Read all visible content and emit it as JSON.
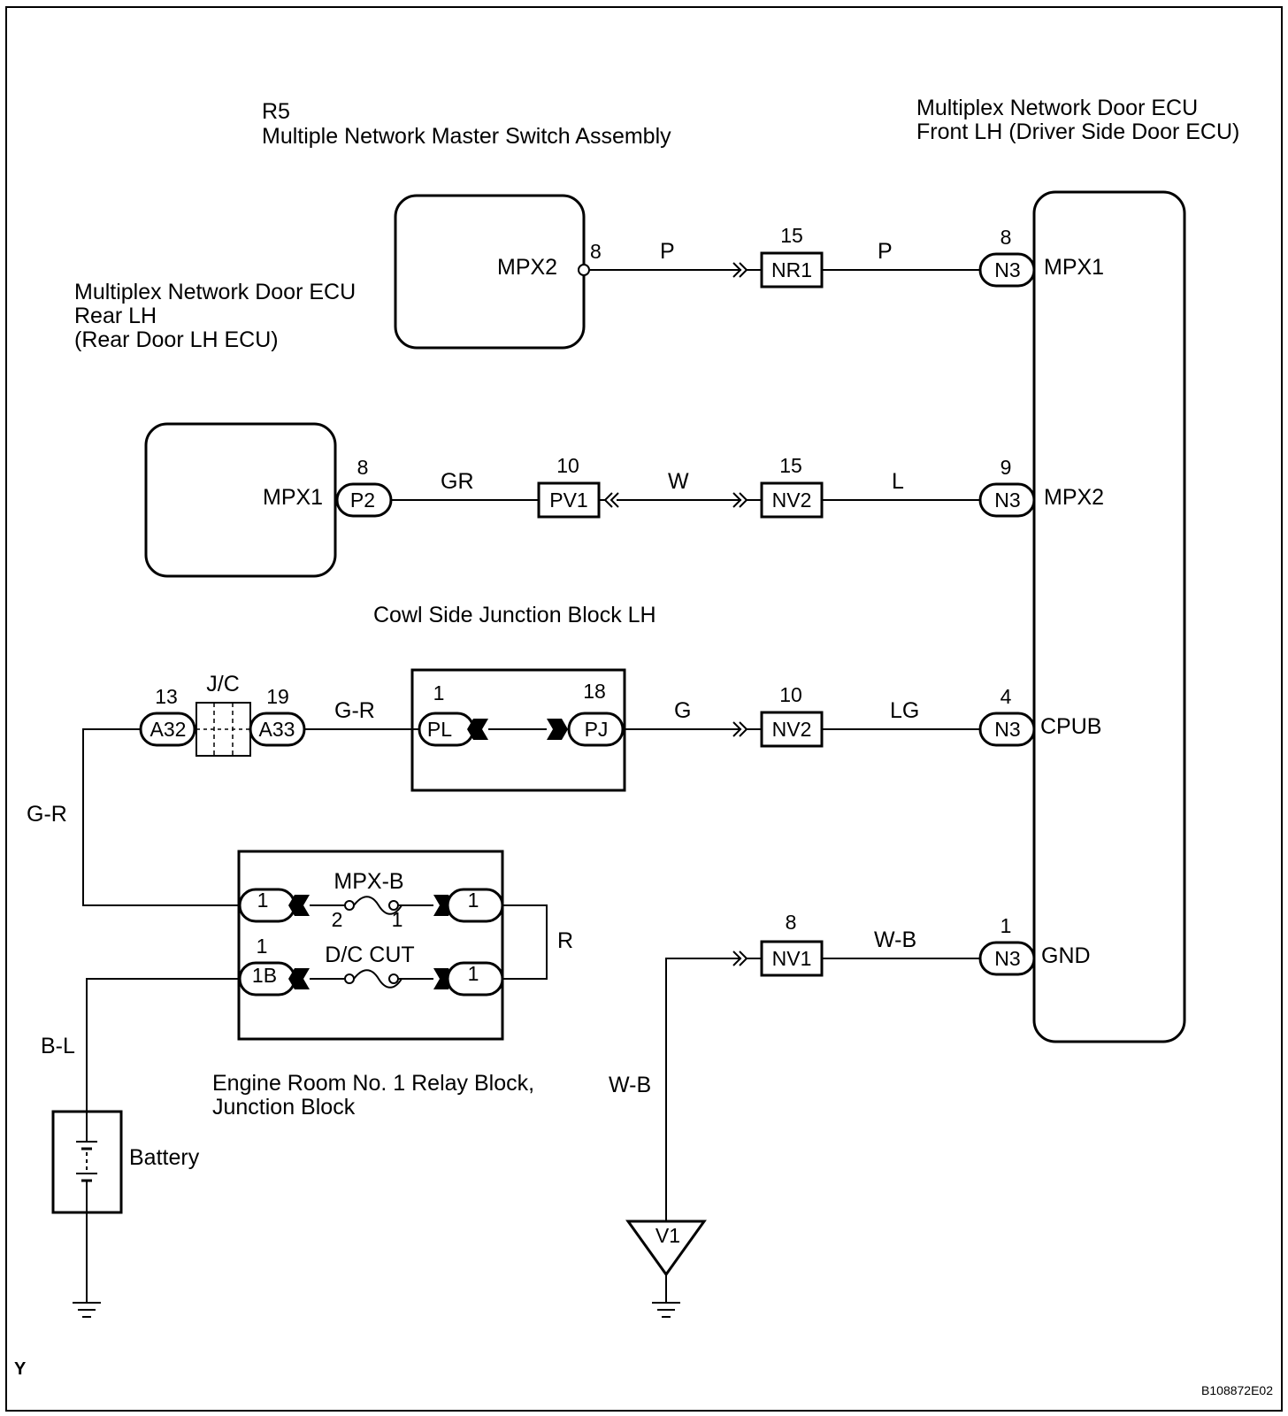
{
  "components": {
    "r5_title": "R5",
    "r5_name": "Multiple Network Master Switch Assembly",
    "front_ecu_line1": "Multiplex Network Door ECU",
    "front_ecu_line2": "Front LH (Driver Side Door ECU)",
    "rear_ecu_line1": "Multiplex Network Door ECU",
    "rear_ecu_line2": "Rear LH",
    "rear_ecu_line3": "(Rear Door LH ECU)",
    "cowl_block": "Cowl Side Junction Block LH",
    "engine_block_line1": "Engine Room No. 1 Relay Block,",
    "engine_block_line2": "Junction Block",
    "battery": "Battery",
    "jc": "J/C"
  },
  "terminals": {
    "r5_mpx2": "MPX2",
    "rear_mpx1": "MPX1",
    "ecu_mpx1": "MPX1",
    "ecu_mpx2": "MPX2",
    "ecu_cpub": "CPUB",
    "ecu_gnd": "GND"
  },
  "connectors": {
    "nr1": "NR1",
    "nr1_pin": "15",
    "n3_a": "N3",
    "n3_a_pin": "8",
    "n3_b": "N3",
    "n3_b_pin": "9",
    "n3_c": "N3",
    "n3_c_pin": "4",
    "n3_d": "N3",
    "n3_d_pin": "1",
    "p2": "P2",
    "p2_pin": "8",
    "pv1": "PV1",
    "pv1_pin": "10",
    "nv2_a": "NV2",
    "nv2_a_pin": "15",
    "nv2_b": "NV2",
    "nv2_b_pin": "10",
    "nv1": "NV1",
    "nv1_pin": "8",
    "a32": "A32",
    "a32_pin": "13",
    "a33": "A33",
    "a33_pin": "19",
    "pl": "PL",
    "pl_pin": "1",
    "pj": "PJ",
    "pj_pin": "18",
    "r5_pin": "8",
    "v1": "V1"
  },
  "wires": {
    "p1": "P",
    "p2": "P",
    "gr": "GR",
    "w": "W",
    "l": "L",
    "gr_a33": "G-R",
    "g": "G",
    "lg": "LG",
    "gr_left": "G-R",
    "r": "R",
    "bl": "B-L",
    "wb_h": "W-B",
    "wb_v": "W-B"
  },
  "relay_block": {
    "fuse1": "MPX-B",
    "fuse1_pin_l": "2",
    "fuse1_pin_r": "1",
    "fuse2": "D/C CUT",
    "t1": "1",
    "t1_out": "1",
    "t2_pin": "1",
    "t2": "1B",
    "t2_out": "1"
  },
  "footer": {
    "corner": "Y",
    "code": "B108872E02"
  }
}
